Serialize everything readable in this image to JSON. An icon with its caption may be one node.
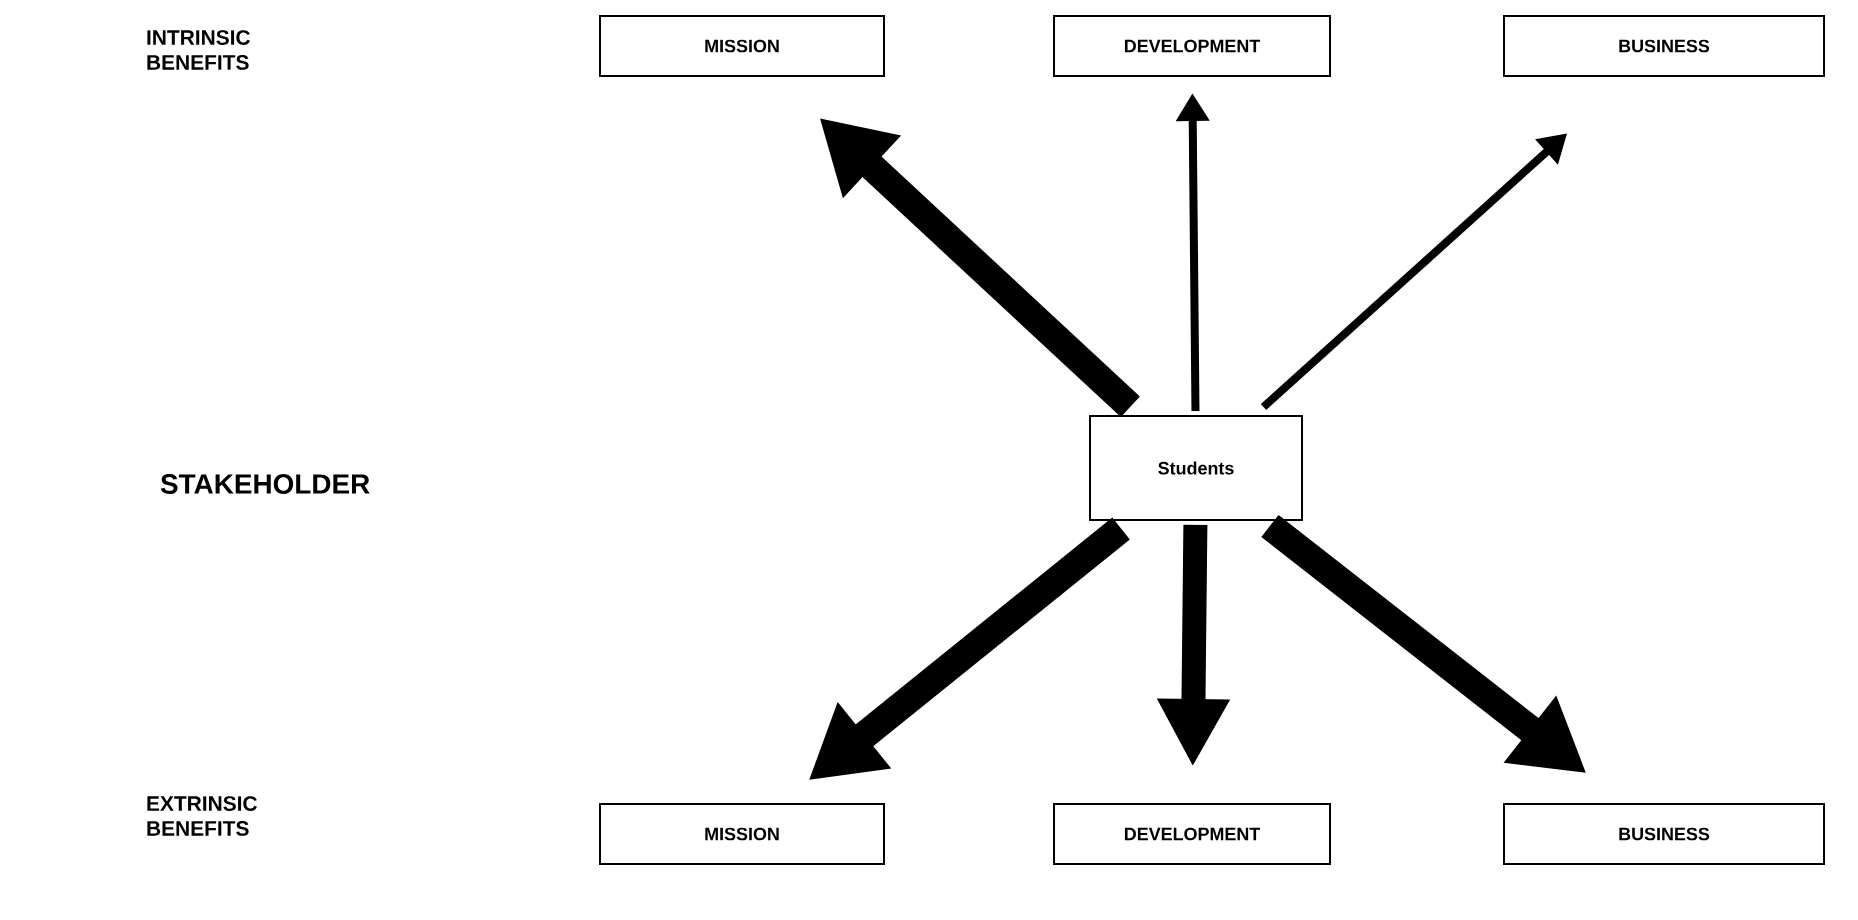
{
  "diagram": {
    "nodes": [
      {
        "text": [
          "MISSION"
        ]
      },
      {
        "text": [
          "DEVELOPMENT"
        ]
      },
      {
        "text": [
          "BUSINESS"
        ]
      },
      {
        "text": [
          "MISSION"
        ]
      },
      {
        "text": [
          "DEVELOPMENT"
        ]
      },
      {
        "text": [
          "BUSINESS"
        ]
      },
      {
        "text": [
          "Students"
        ]
      }
    ],
    "edges": [
      {
        "from": 6,
        "to": 0,
        "arrow": "to"
      },
      {
        "from": 6,
        "to": 1,
        "arrow": "to"
      },
      {
        "from": 6,
        "to": 2,
        "arrow": "to"
      },
      {
        "from": 6,
        "to": 3,
        "arrow": "to"
      },
      {
        "from": 6,
        "to": 4,
        "arrow": "to"
      },
      {
        "from": 6,
        "to": 5,
        "arrow": "to"
      }
    ],
    "labels": [
      "INTRINSIC BENEFITS",
      "STAKEHOLDER",
      "EXTRINSIC BENEFITS"
    ]
  }
}
